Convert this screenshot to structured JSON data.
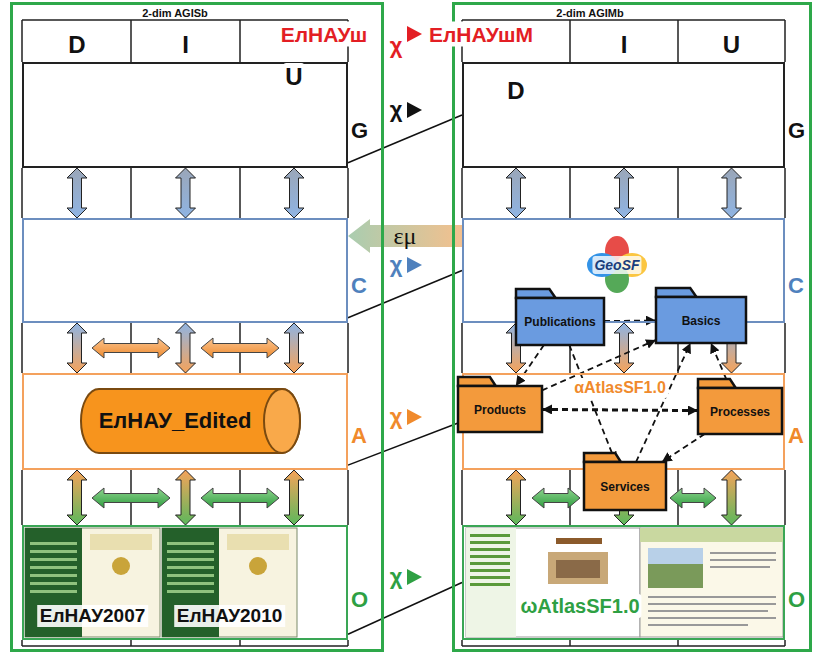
{
  "diagram": {
    "nodes": [
      {
        "text": [
          "2-dim AGISb"
        ]
      },
      {
        "text": [
          "G"
        ],
        "in": 0
      },
      {
        "text": [
          "C"
        ],
        "in": 0
      },
      {
        "text": [
          "A"
        ],
        "in": 0
      },
      {
        "text": [
          "ЕлНАУ_Edited"
        ],
        "in": 3
      },
      {
        "text": [
          "O"
        ],
        "in": 0
      },
      {
        "text": [
          "ЕлНАУ2007"
        ],
        "in": 5
      },
      {
        "text": [
          "ЕлНАУ2010"
        ],
        "in": 5
      },
      {
        "text": [
          "2-dim AGIMb"
        ]
      },
      {
        "text": [
          "G"
        ],
        "in": 8
      },
      {
        "text": [
          "C"
        ],
        "in": 8
      },
      {
        "text": [
          "A"
        ],
        "in": 8
      },
      {
        "text": [
          "O"
        ],
        "in": 8
      },
      {
        "text": [
          "Publications"
        ],
        "in": 8
      },
      {
        "text": [
          "Basics"
        ],
        "in": 8
      },
      {
        "text": [
          "Products"
        ],
        "in": 8
      },
      {
        "text": [
          "Processes"
        ],
        "in": 8
      },
      {
        "text": [
          "Services"
        ],
        "in": 8
      }
    ],
    "edges": [
      {
        "from": 1,
        "to": 2,
        "arrow": "both"
      },
      {
        "from": 1,
        "to": 2,
        "arrow": "both"
      },
      {
        "from": 1,
        "to": 2,
        "arrow": "both"
      },
      {
        "from": 2,
        "to": 3,
        "arrow": "both"
      },
      {
        "from": 2,
        "to": 3,
        "arrow": "both"
      },
      {
        "from": 2,
        "to": 3,
        "arrow": "both"
      },
      {
        "from": 3,
        "to": 5,
        "arrow": "both"
      },
      {
        "from": 3,
        "to": 5,
        "arrow": "both"
      },
      {
        "from": 3,
        "to": 5,
        "arrow": "both"
      },
      {
        "from": 9,
        "to": 10,
        "arrow": "both"
      },
      {
        "from": 9,
        "to": 10,
        "arrow": "both"
      },
      {
        "from": 9,
        "to": 10,
        "arrow": "both"
      },
      {
        "from": 10,
        "to": 11,
        "arrow": "both"
      },
      {
        "from": 10,
        "to": 11,
        "arrow": "both"
      },
      {
        "from": 10,
        "to": 11,
        "arrow": "both"
      },
      {
        "from": 11,
        "to": 12,
        "arrow": "both"
      },
      {
        "from": 11,
        "to": 12,
        "arrow": "both"
      },
      {
        "from": 11,
        "to": 12,
        "arrow": "both"
      },
      {
        "from": 1,
        "to": 9,
        "arrow": "none"
      },
      {
        "from": 2,
        "to": 10,
        "arrow": "none"
      },
      {
        "from": 3,
        "to": 11,
        "arrow": "none"
      },
      {
        "from": 5,
        "to": 12,
        "arrow": "none"
      },
      {
        "from": 10,
        "to": 2,
        "label": "εμ",
        "arrow": "to"
      },
      {
        "from": 13,
        "to": 14,
        "arrow": "to"
      },
      {
        "from": 15,
        "to": 14,
        "arrow": "to"
      },
      {
        "from": 16,
        "to": 14,
        "arrow": "to"
      },
      {
        "from": 17,
        "to": 14,
        "arrow": "to"
      },
      {
        "from": 13,
        "to": 15,
        "arrow": "to"
      },
      {
        "from": 15,
        "to": 16,
        "arrow": "both"
      },
      {
        "from": 13,
        "to": 17,
        "arrow": "to"
      },
      {
        "from": 16,
        "to": 17,
        "arrow": "to"
      }
    ],
    "labels": [
      "D",
      "I",
      "U",
      "D",
      "I",
      "U",
      "ЕлНАУш",
      "χ",
      "ЕлНАУшМ",
      "χ",
      "χ",
      "χ",
      "χ",
      "GeoSF",
      "αAtlasSF1.0",
      "ωAtlasSF1.0"
    ]
  }
}
